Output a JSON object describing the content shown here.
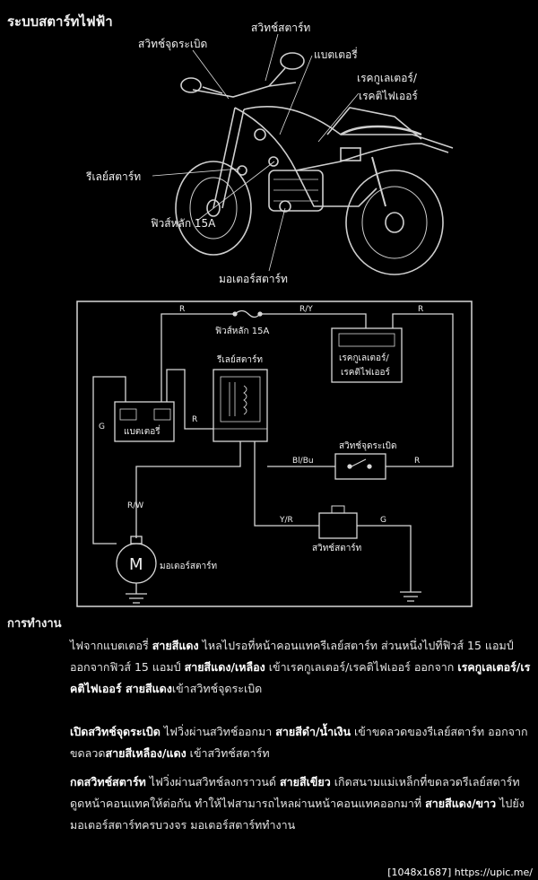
{
  "title": "ระบบสตาร์ทไฟฟ้า",
  "motorcycle_labels": {
    "ignition_switch": "สวิทช์จุดระเบิด",
    "starter_switch": "สวิทช์สตาร์ท",
    "battery": "แบตเตอรี่",
    "regulator_line1": "เรคกูเลเตอร์/",
    "regulator_line2": "เรคติไฟเออร์",
    "starter_relay": "รีเลย์สตาร์ท",
    "main_fuse": "ฟิวส์หลัก 15A",
    "starter_motor": "มอเตอร์สตาร์ท"
  },
  "diagram": {
    "fuse_label": "ฟิวส์หลัก 15A",
    "relay_label": "รีเลย์สตาร์ท",
    "regulator_line1": "เรคกูเลเตอร์/",
    "regulator_line2": "เรคติไฟเออร์",
    "battery_label": "แบตเตอรี่",
    "ignition_label": "สวิทช์จุดระเบิด",
    "starter_switch_label": "สวิทช์สตาร์ท",
    "motor_label": "มอเตอร์สตาร์ท",
    "motor_symbol": "M",
    "wire_r": "R",
    "wire_ry": "R/Y",
    "wire_g": "G",
    "wire_rw": "R/W",
    "wire_blbu": "Bl/Bu",
    "wire_yr": "Y/R"
  },
  "operation": {
    "heading": "การทำงาน",
    "p1": [
      {
        "t": "ไฟจากแบตเตอรี่ "
      },
      {
        "t": "สายสีแดง",
        "b": true
      },
      {
        "t": " ไหลไปรอที่หน้าคอนแทครีเลย์สตาร์ท ส่วนหนึ่งไปที่ฟิวส์ 15 แอมป์  ออกจากฟิวส์ 15 แอมป์ "
      },
      {
        "t": "สายสีแดง/เหลือง",
        "b": true
      },
      {
        "t": " เข้าเรคกูเลเตอร์/เรคติไฟเออร์ ออกจาก "
      },
      {
        "t": "เรคกูเลเตอร์/เรคติไฟเออร์  สายสีแดง",
        "b": true
      },
      {
        "t": "เข้าสวิทช์จุดระเบิด"
      }
    ],
    "p2": [
      {
        "t": "เปิดสวิทช์จุดระเบิด",
        "b": true
      },
      {
        "t": " ไฟวิ่งผ่านสวิทช์ออกมา "
      },
      {
        "t": "สายสีดำ/น้ำเงิน",
        "b": true
      },
      {
        "t": " เข้าขดลวดของรีเลย์สตาร์ท ออกจากขดลวด"
      },
      {
        "t": "สายสีเหลือง/แดง",
        "b": true
      },
      {
        "t": " เข้าสวิทช์สตาร์ท"
      }
    ],
    "p3": [
      {
        "t": "กดสวิทช์สตาร์ท",
        "b": true
      },
      {
        "t": " ไฟวิ่งผ่านสวิทช์ลงกราวนด์ "
      },
      {
        "t": "สายสีเขียว",
        "b": true
      },
      {
        "t": " เกิดสนามแม่เหล็กที่ขดลวดรีเลย์สตาร์ทดูดหน้าคอนแทคให้ต่อกัน ทำให้ไฟสามารถไหลผ่านหน้าคอนแทคออกมาที่ "
      },
      {
        "t": "สายสีแดง/ขาว",
        "b": true
      },
      {
        "t": " ไปยังมอเตอร์สตาร์ทครบวงจร มอเตอร์สตาร์ททำงาน"
      }
    ]
  },
  "footer": "[1048x1687] https://upic.me/",
  "colors": {
    "background": "#000000",
    "text": "#e8e8e8",
    "line": "#d8d8d8"
  }
}
